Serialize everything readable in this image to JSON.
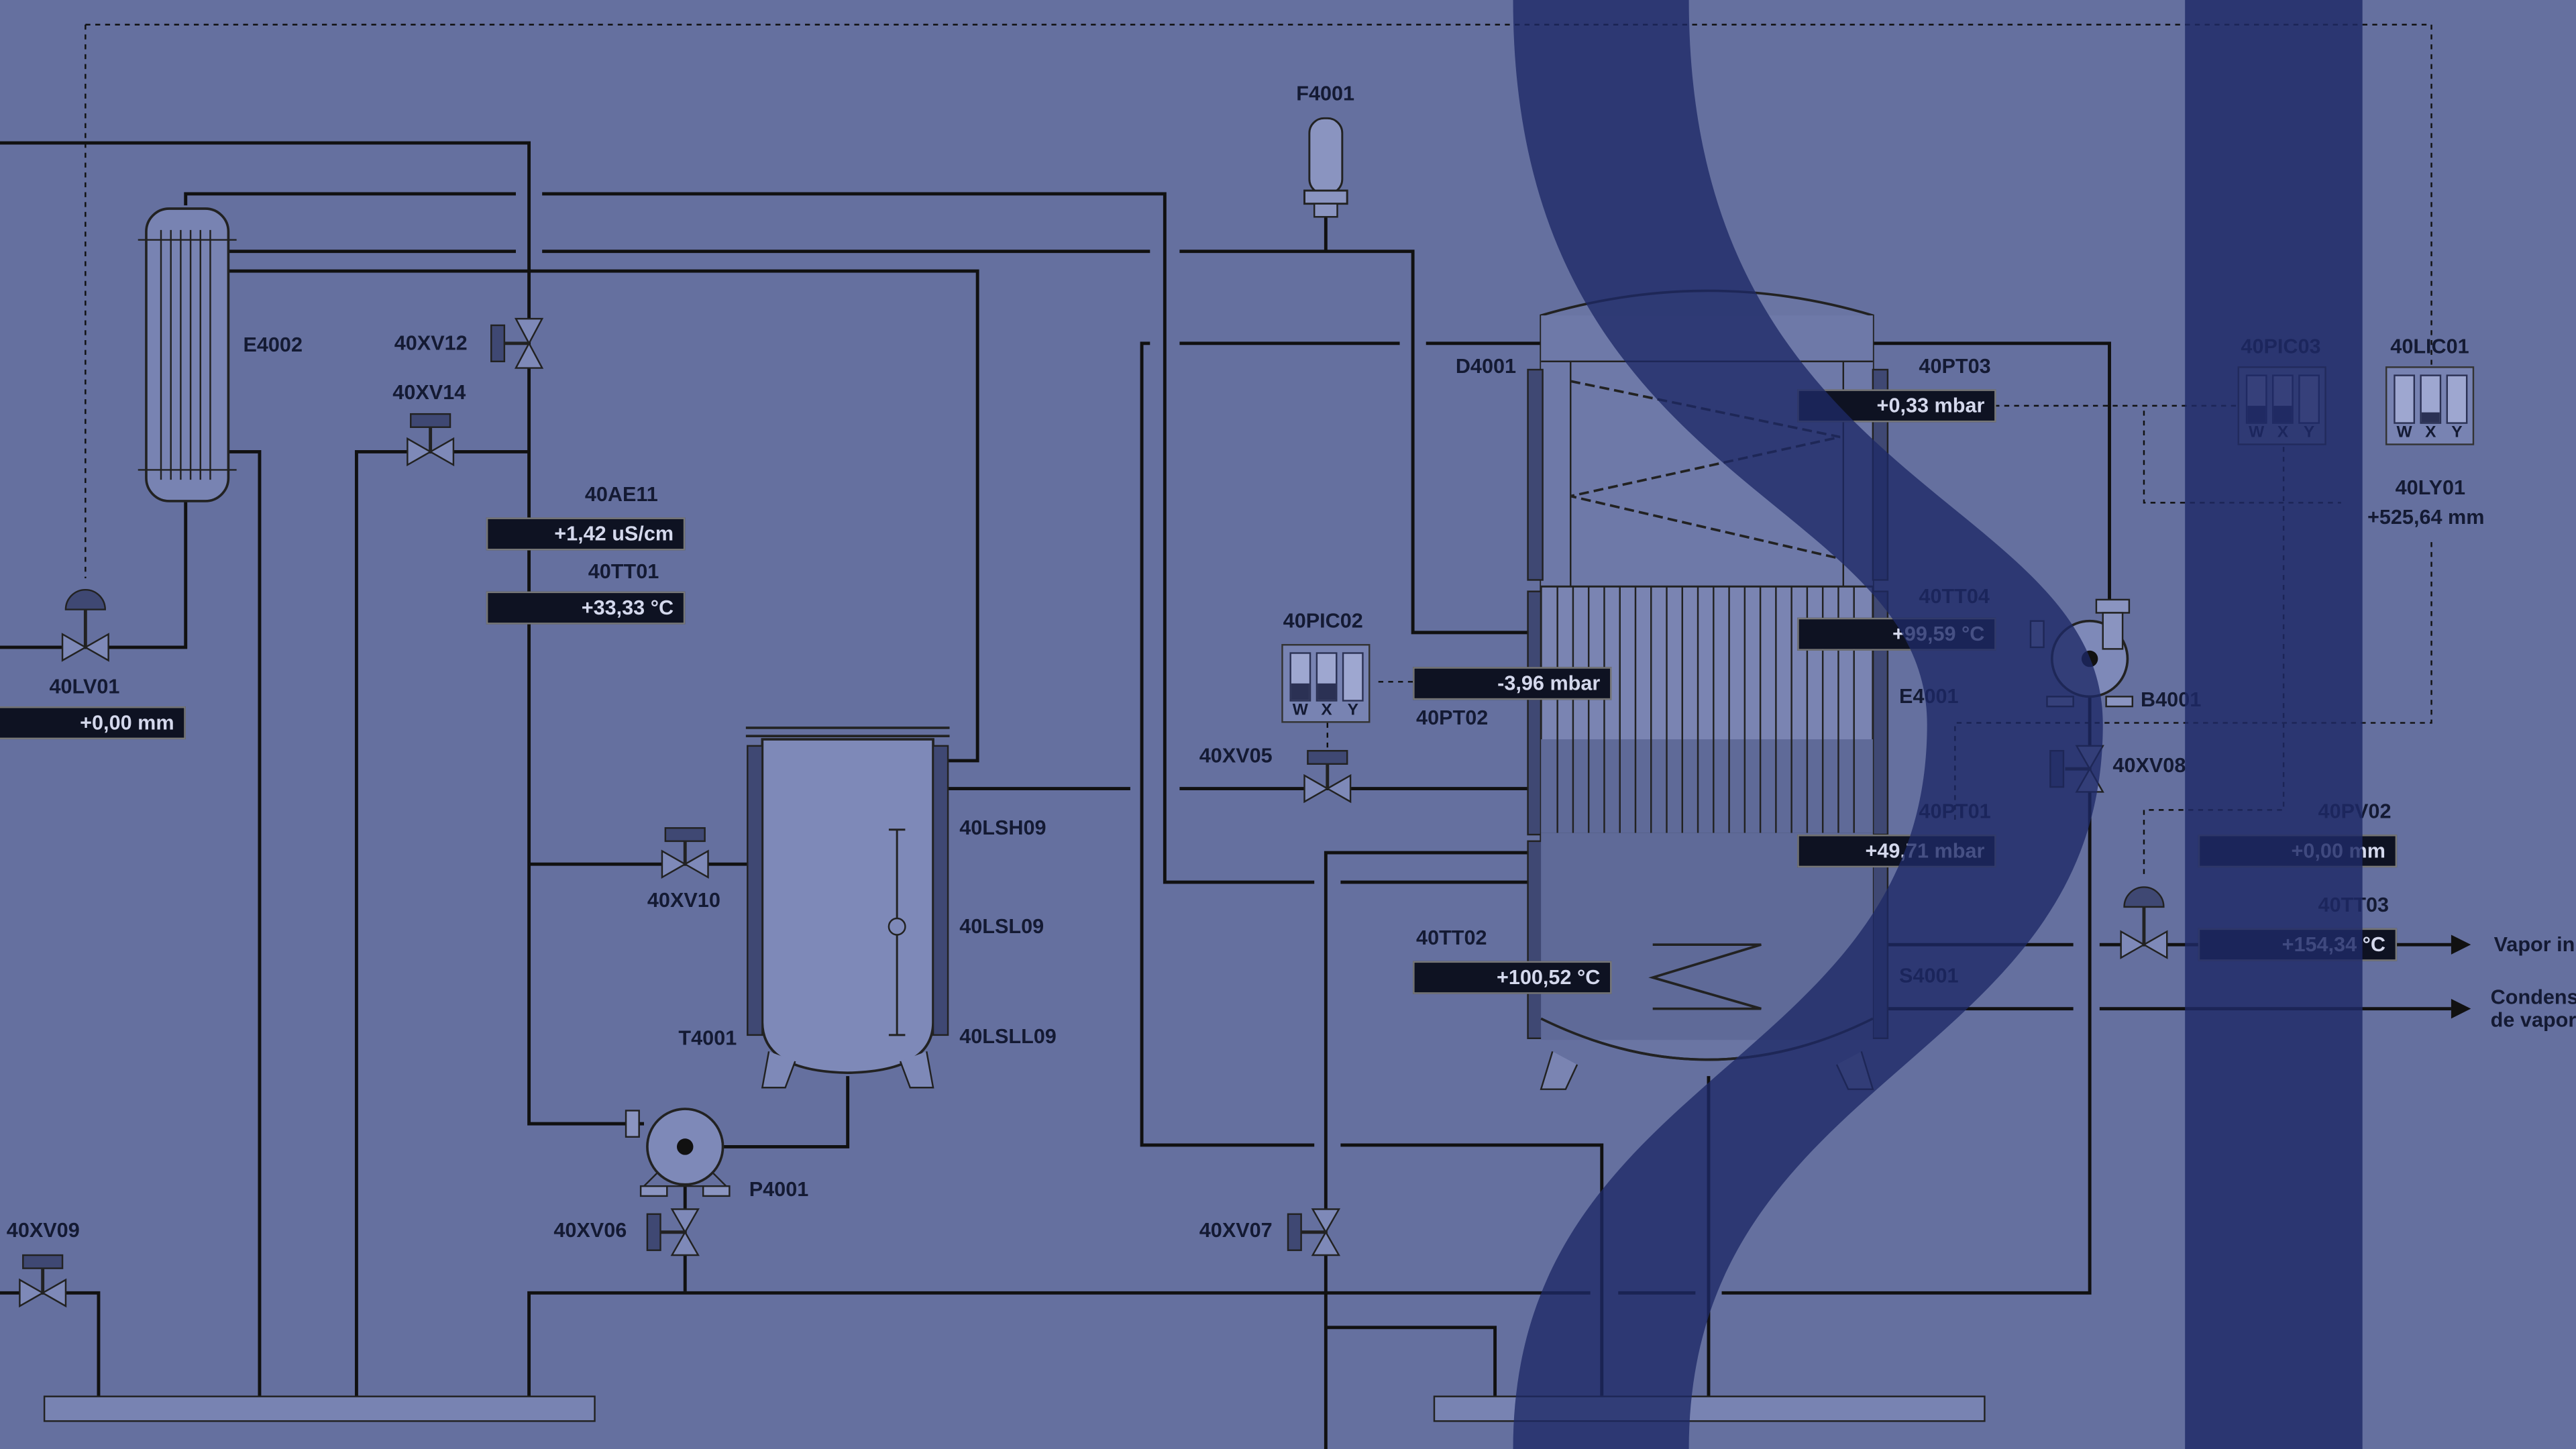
{
  "screen": {
    "background": "#65709f",
    "overlay_color": "#1e2966"
  },
  "equipment": {
    "e4002": "E4002",
    "f4001": "F4001",
    "d4001": "D4001",
    "t4001": "T4001",
    "p4001": "P4001",
    "b4001": "B4001",
    "e4001": "E4001",
    "s4001": "S4001"
  },
  "valves": {
    "xv12": "40XV12",
    "xv14": "40XV14",
    "lv01": "40LV01",
    "xv10": "40XV10",
    "xv06": "40XV06",
    "xv09": "40XV09",
    "xv05": "40XV05",
    "xv07": "40XV07",
    "xv08": "40XV08"
  },
  "instruments": {
    "ae11": {
      "tag": "40AE11",
      "value": "+1,42 uS/cm"
    },
    "tt01": {
      "tag": "40TT01",
      "value": "+33,33 °C"
    },
    "lv01_level": {
      "value": "+0,00 mm"
    },
    "pt02": {
      "tag": "40PT02",
      "value": "-3,96 mbar"
    },
    "tt02": {
      "tag": "40TT02",
      "value": "+100,52 °C"
    },
    "pt03": {
      "tag": "40PT03",
      "value": "+0,33 mbar"
    },
    "tt04": {
      "tag": "40TT04",
      "value": "+99,59 °C"
    },
    "pt01": {
      "tag": "40PT01",
      "value": "+49,71 mbar"
    },
    "pv02": {
      "tag": "40PV02",
      "value": "+0,00 mm"
    },
    "tt03": {
      "tag": "40TT03",
      "value": "+154,34 °C"
    },
    "ly01": {
      "tag": "40LY01",
      "value": "+525,64 mm"
    },
    "lsh09": {
      "tag": "40LSH09"
    },
    "lsl09": {
      "tag": "40LSL09"
    },
    "lsll09": {
      "tag": "40LSLL09"
    }
  },
  "controllers": {
    "pic02": {
      "tag": "40PIC02",
      "w": 0.35,
      "x": 0.35,
      "y": 0.0
    },
    "pic03": {
      "tag": "40PIC03",
      "w": 0.35,
      "x": 0.35,
      "y": 0.0
    },
    "lic01": {
      "tag": "40LIC01",
      "w": 0.0,
      "x": 0.2,
      "y": 0.0
    },
    "letters": {
      "w": "W",
      "x": "X",
      "y": "Y"
    }
  },
  "streams": {
    "steam_in": "Vapor in",
    "condensate_out": "Condens\nde vapor"
  }
}
